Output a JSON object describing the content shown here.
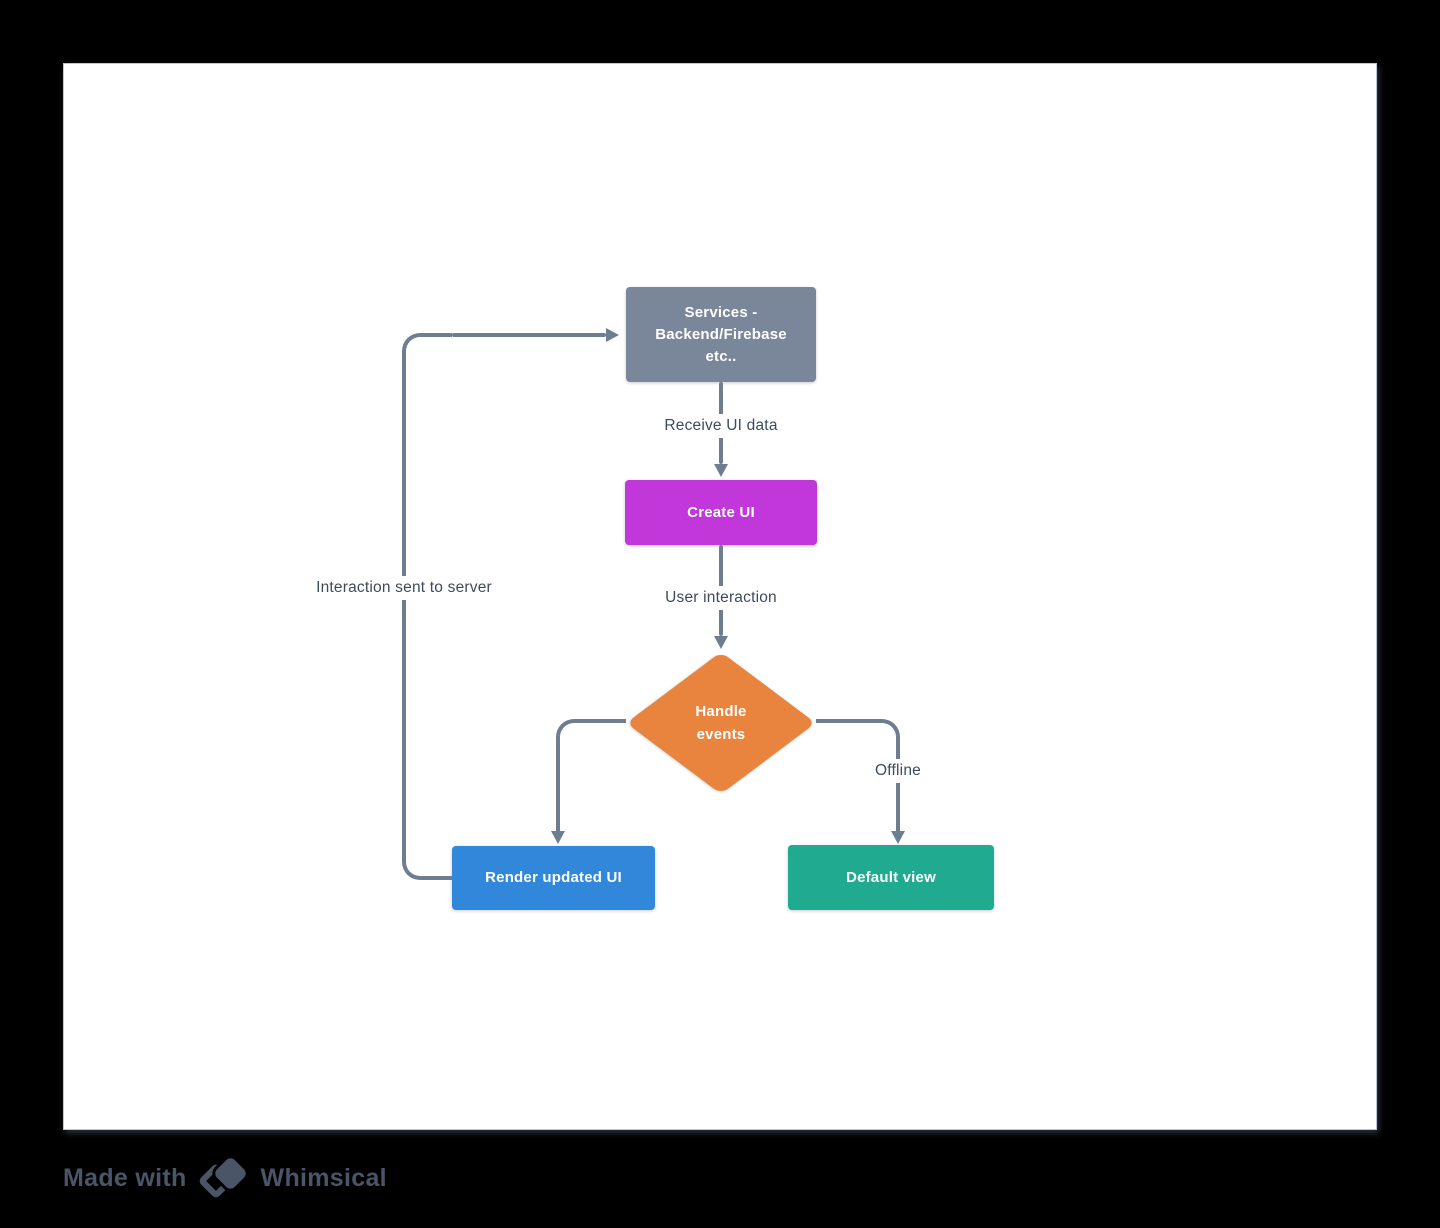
{
  "diagram": {
    "nodes": {
      "services": {
        "shape": "rectangle",
        "color": "#7A8699",
        "lines": [
          "Services -",
          "Backend/Firebase",
          "etc.."
        ]
      },
      "create_ui": {
        "shape": "rectangle",
        "color": "#C137D9",
        "label": "Create UI"
      },
      "handle_events": {
        "shape": "diamond",
        "color": "#E8843D",
        "lines": [
          "Handle",
          "events"
        ]
      },
      "render_updated_ui": {
        "shape": "rectangle",
        "color": "#3187D9",
        "label": "Render updated UI"
      },
      "default_view": {
        "shape": "rectangle",
        "color": "#20AB90",
        "label": "Default view"
      }
    },
    "edges": {
      "receive_ui_data": {
        "from": "services",
        "to": "create_ui",
        "label": "Receive UI data"
      },
      "user_interaction": {
        "from": "create_ui",
        "to": "handle_events",
        "label": "User interaction"
      },
      "handle_to_render": {
        "from": "handle_events",
        "to": "render_updated_ui",
        "label": ""
      },
      "offline": {
        "from": "handle_events",
        "to": "default_view",
        "label": "Offline"
      },
      "loop_to_server": {
        "from": "render_updated_ui",
        "to": "services",
        "label": "Interaction sent to server"
      }
    }
  },
  "footer": {
    "made_with": "Made with",
    "brand": "Whimsical"
  },
  "colors": {
    "page-bg": "#000000",
    "canvas-bg": "#FFFFFF",
    "canvas-border": "#BCC6D4",
    "line": "#6E7E91",
    "label-text": "#3D4B5C",
    "logo": "#4A5568",
    "node-services": "#7A8699",
    "node-create-ui": "#C137D9",
    "node-handle-events": "#E8843D",
    "node-render-ui": "#3187D9",
    "node-default-view": "#20AB90"
  }
}
